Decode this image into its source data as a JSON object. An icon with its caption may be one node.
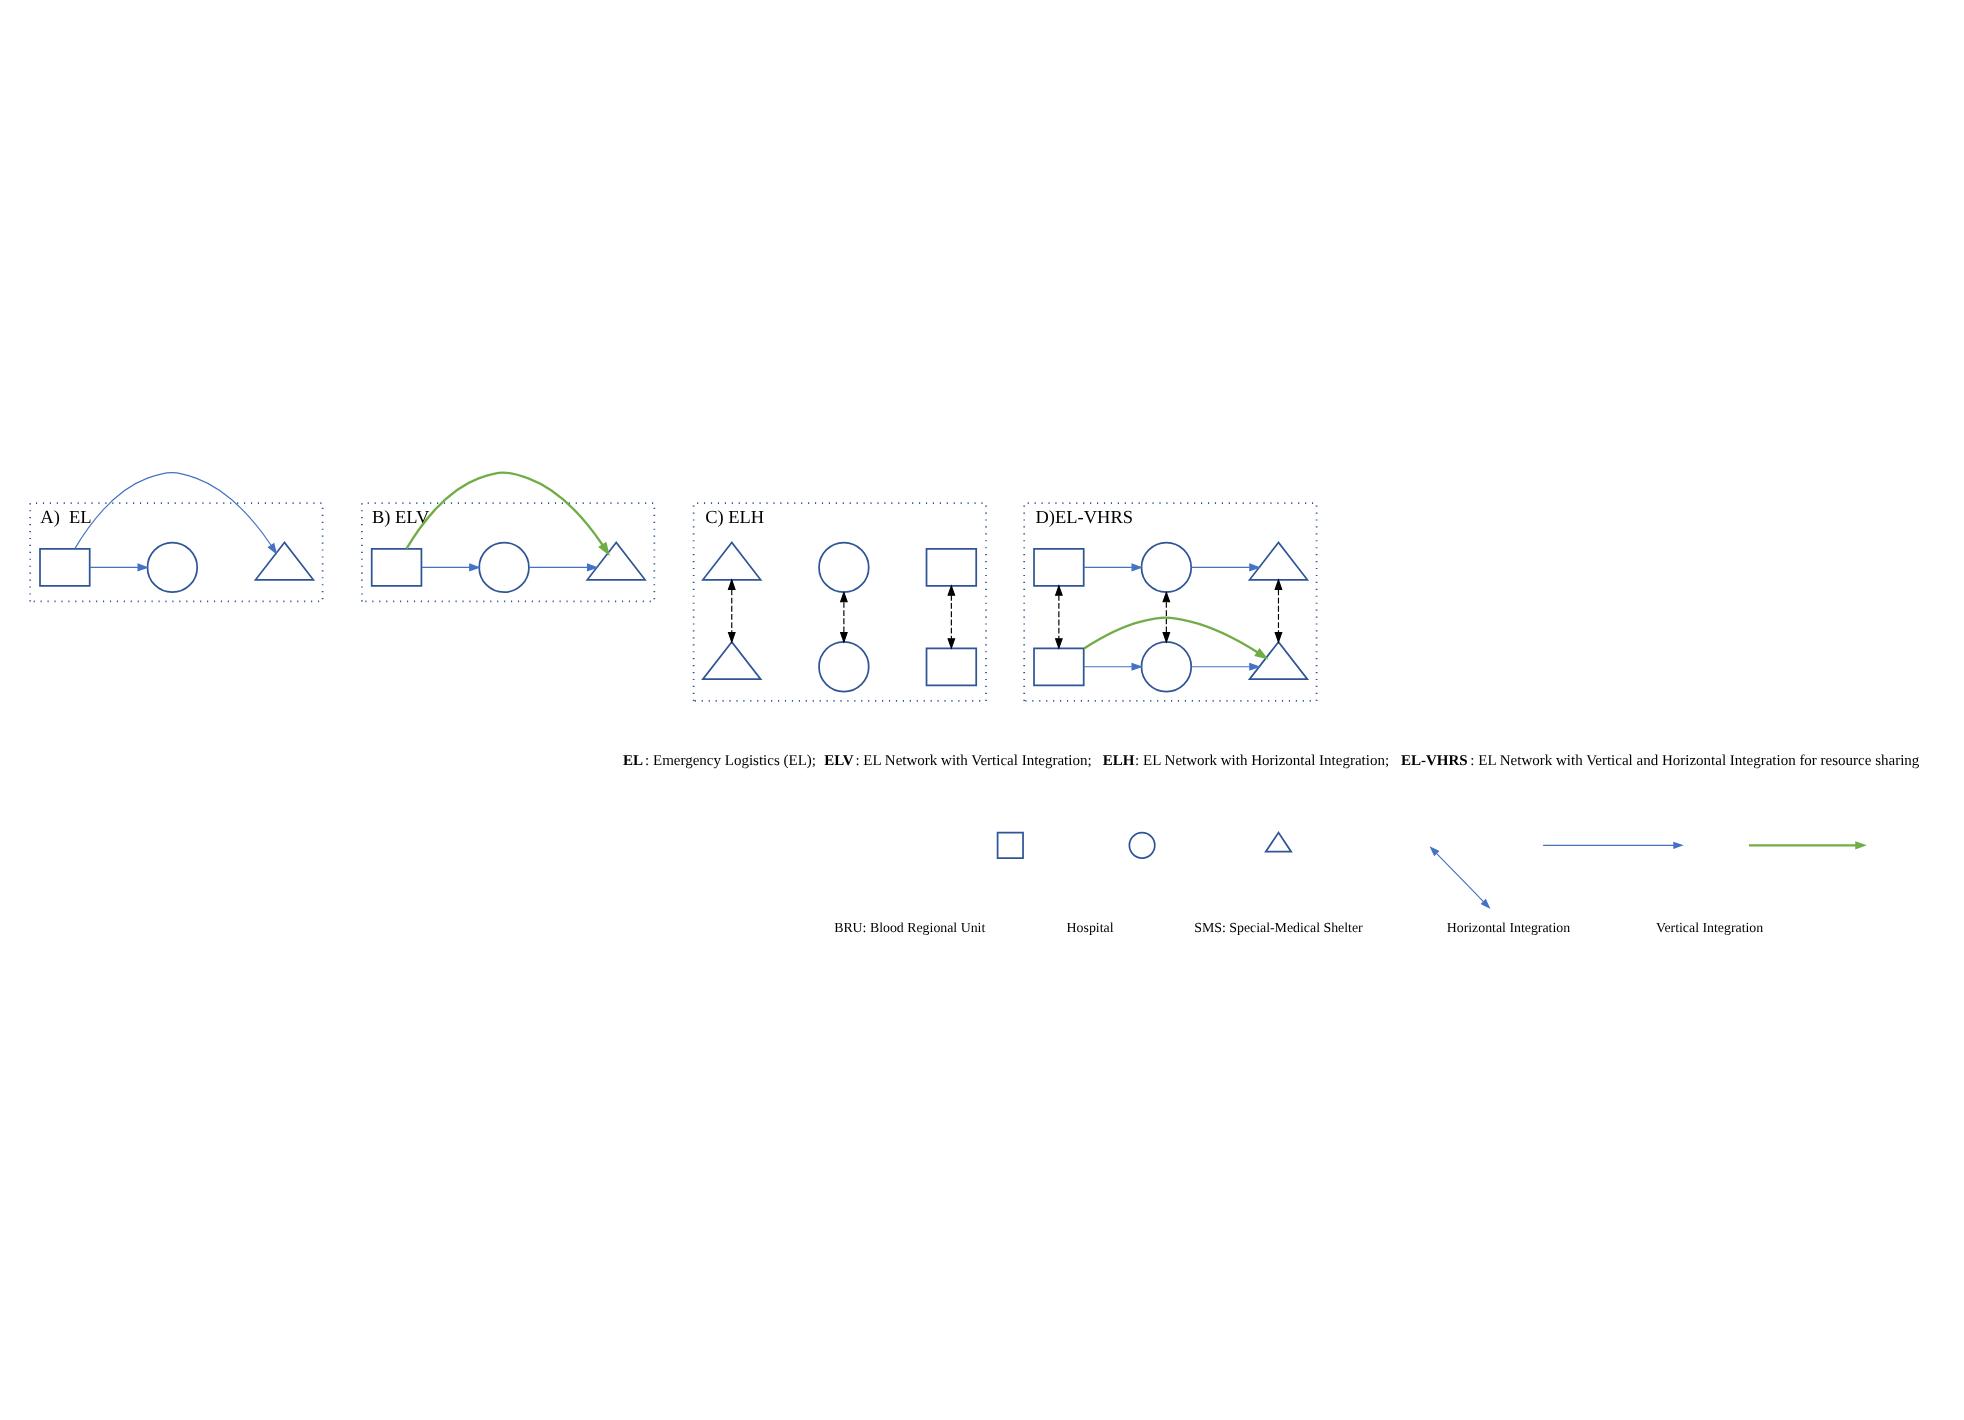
{
  "diagram": {
    "nodes": [
      {
        "text": [
          "A)  EL"
        ]
      },
      {
        "text": [],
        "shape": "box",
        "in": 0
      },
      {
        "text": [],
        "shape": "triangle",
        "in": 0
      },
      {
        "text": [],
        "shape": "circle",
        "in": 0
      },
      {
        "text": [
          "B) ELV"
        ]
      },
      {
        "text": [],
        "shape": "box",
        "in": 4
      },
      {
        "text": [],
        "shape": "circle",
        "in": 4
      },
      {
        "text": [],
        "shape": "triangle",
        "in": 4
      },
      {
        "text": [
          "C) ELH"
        ]
      },
      {
        "text": [],
        "shape": "box",
        "in": 8
      },
      {
        "text": [],
        "shape": "circle",
        "in": 8
      },
      {
        "text": [],
        "shape": "triangle",
        "in": 8
      },
      {
        "text": [],
        "shape": "box",
        "in": 8
      },
      {
        "text": [],
        "shape": "circle",
        "in": 8
      },
      {
        "text": [],
        "shape": "triangle",
        "in": 8
      },
      {
        "text": [
          "D)EL-VHRS"
        ]
      },
      {
        "text": [],
        "shape": "box",
        "in": 15
      },
      {
        "text": [],
        "shape": "circle",
        "in": 15
      },
      {
        "text": [],
        "shape": "triangle",
        "in": 15
      },
      {
        "text": [],
        "shape": "box",
        "in": 15
      },
      {
        "text": [],
        "shape": "circle",
        "in": 15
      },
      {
        "text": [],
        "shape": "triangle",
        "in": 15
      }
    ],
    "edges": [
      {
        "from": 1,
        "to": 2,
        "arrow": "to"
      },
      {
        "from": 1,
        "to": 3,
        "arrow": "to"
      },
      {
        "from": 5,
        "to": 6,
        "arrow": "to"
      },
      {
        "from": 6,
        "to": 7,
        "arrow": "to"
      },
      {
        "from": 5,
        "to": 7,
        "arrow": "to",
        "color": "#70ad47"
      },
      {
        "from": 9,
        "to": 12,
        "arrow": "both",
        "style": "dashed",
        "color": "#000000"
      },
      {
        "from": 10,
        "to": 13,
        "arrow": "both",
        "style": "dashed",
        "color": "#000000"
      },
      {
        "from": 11,
        "to": 14,
        "arrow": "both",
        "style": "dashed",
        "color": "#000000"
      },
      {
        "from": 16,
        "to": 17,
        "arrow": "to"
      },
      {
        "from": 17,
        "to": 18,
        "arrow": "to"
      },
      {
        "from": 19,
        "to": 20,
        "arrow": "to"
      },
      {
        "from": 20,
        "to": 21,
        "arrow": "to"
      },
      {
        "from": 16,
        "to": 19,
        "arrow": "both",
        "style": "dashed",
        "color": "#000000"
      },
      {
        "from": 17,
        "to": 20,
        "arrow": "both",
        "style": "dashed",
        "color": "#000000"
      },
      {
        "from": 18,
        "to": 21,
        "arrow": "both",
        "style": "dashed",
        "color": "#000000"
      },
      {
        "from": 19,
        "to": 21,
        "arrow": "to",
        "color": "#70ad47"
      }
    ],
    "labels": [
      "**EL**: Emergency Logistics (EL); **ELV**: EL Network with Vertical Integration; **ELH**: EL Network with Horizontal Integration; **EL-VHRS**: EL Network with Vertical and Horizontal Integration for resource sharing"
    ],
    "legend": [
      {
        "text": "BRU: Blood Regional Unit"
      },
      {
        "text": "Hospital"
      },
      {
        "text": "SMS: Special-Medical Shelter"
      },
      {
        "text": "Horizontal Integration"
      },
      {
        "text": "Vertical Integration"
      }
    ]
  }
}
